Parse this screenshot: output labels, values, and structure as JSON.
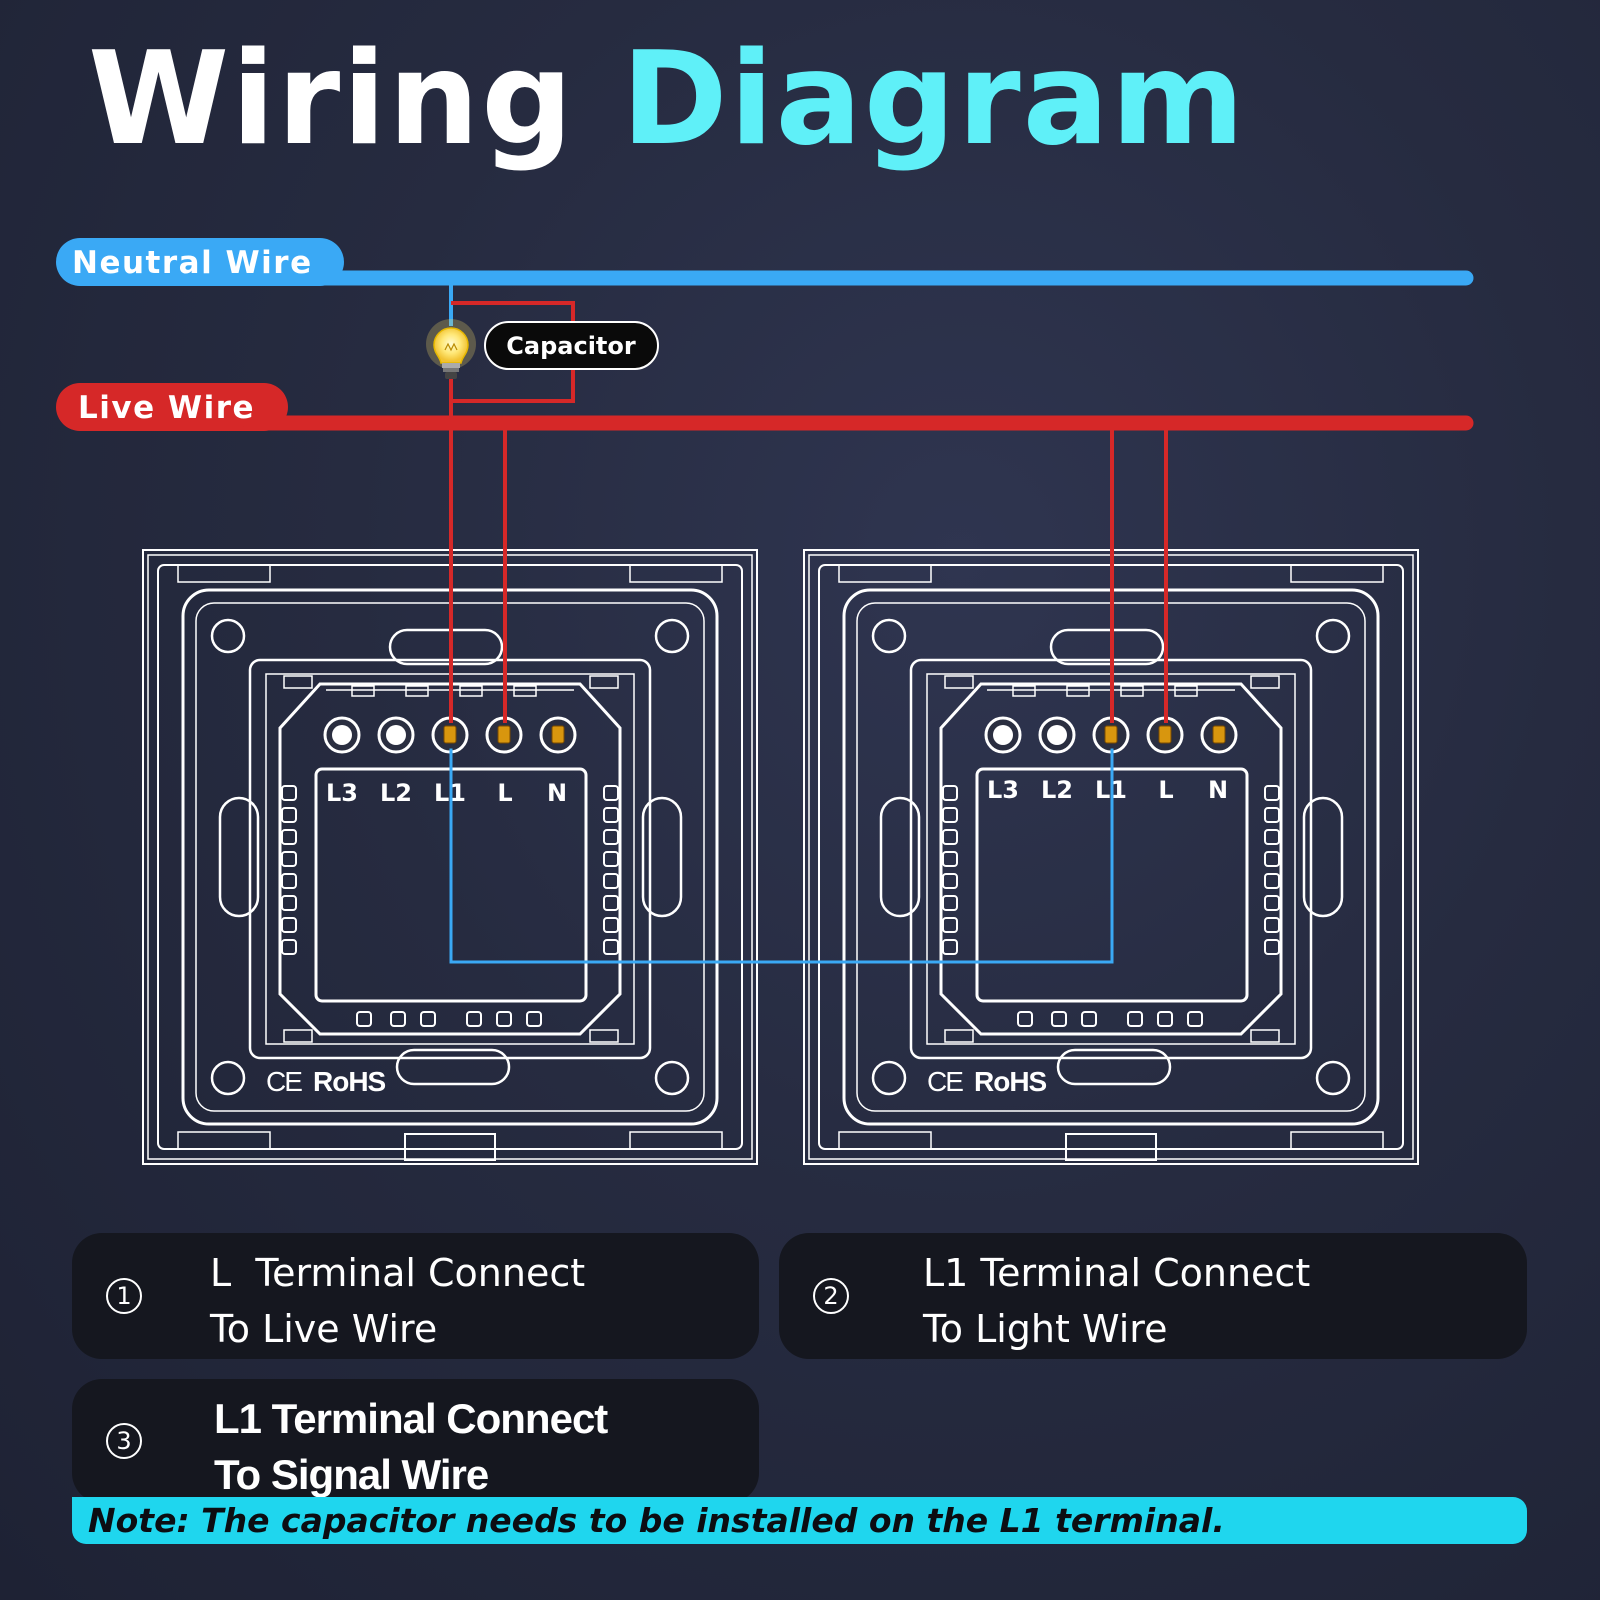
{
  "title": {
    "word1": "Wiring",
    "word2": "Diagram"
  },
  "wires": {
    "neutral_label": "Neutral Wire",
    "live_label": "Live Wire",
    "capacitor_label": "Capacitor",
    "neutral_color": "#3aa9f5",
    "live_color": "#d62828"
  },
  "switches": [
    {
      "terminals": [
        "L3",
        "L2",
        "L1",
        "L",
        "N"
      ],
      "marks": [
        "CE",
        "RoHS"
      ]
    },
    {
      "terminals": [
        "L3",
        "L2",
        "L1",
        "L",
        "N"
      ],
      "marks": [
        "CE",
        "RoHS"
      ]
    }
  ],
  "steps": [
    {
      "number": "1",
      "line1": "L  Terminal Connect",
      "line2": "To Live Wire"
    },
    {
      "number": "2",
      "line1": "L1 Terminal Connect",
      "line2": "To Light Wire"
    },
    {
      "number": "3",
      "line1": "L1 Terminal Connect",
      "line2": "To Signal Wire"
    }
  ],
  "note": "Note: The capacitor needs to be installed on the L1 terminal.",
  "colors": {
    "accent": "#5ff0f8",
    "note_bg": "#1fd6ee",
    "card_bg": "#15171f"
  }
}
